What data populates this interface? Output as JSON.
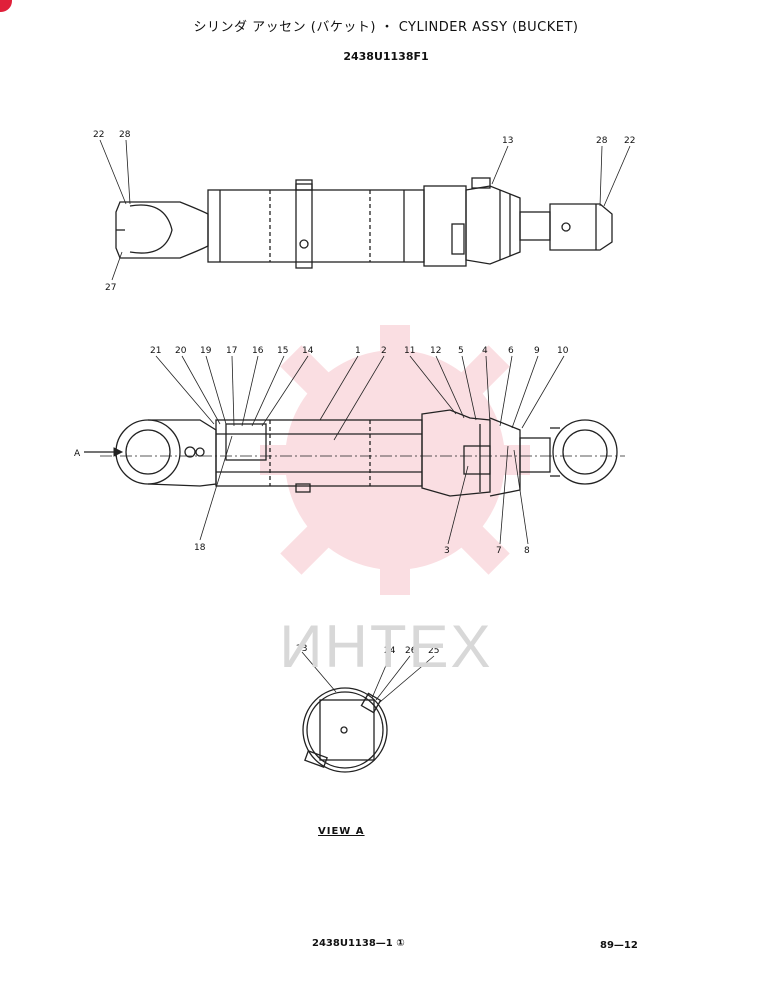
{
  "header": {
    "title": "シリンダ アッセン (バケット) ・ CYLINDER ASSY (BUCKET)",
    "part_number": "2438U1138F1"
  },
  "watermark": {
    "text": "ИНТЕХ"
  },
  "view_label": "VIEW A",
  "arrow_label": "A",
  "footer": {
    "drawing_code": "2438U1138—1 ①",
    "page": "89—12"
  },
  "callouts": {
    "top_view": [
      "22",
      "28",
      "27",
      "13",
      "28",
      "22"
    ],
    "section_view_top": [
      "21",
      "20",
      "19",
      "17",
      "16",
      "15",
      "14",
      "1",
      "2",
      "11",
      "12",
      "5",
      "4",
      "6",
      "9",
      "10"
    ],
    "section_view_bottom": [
      "18",
      "3",
      "7",
      "8"
    ],
    "view_a": [
      "23",
      "24",
      "26",
      "25"
    ]
  },
  "colors": {
    "accent": "#e0203a",
    "line": "#222222"
  }
}
